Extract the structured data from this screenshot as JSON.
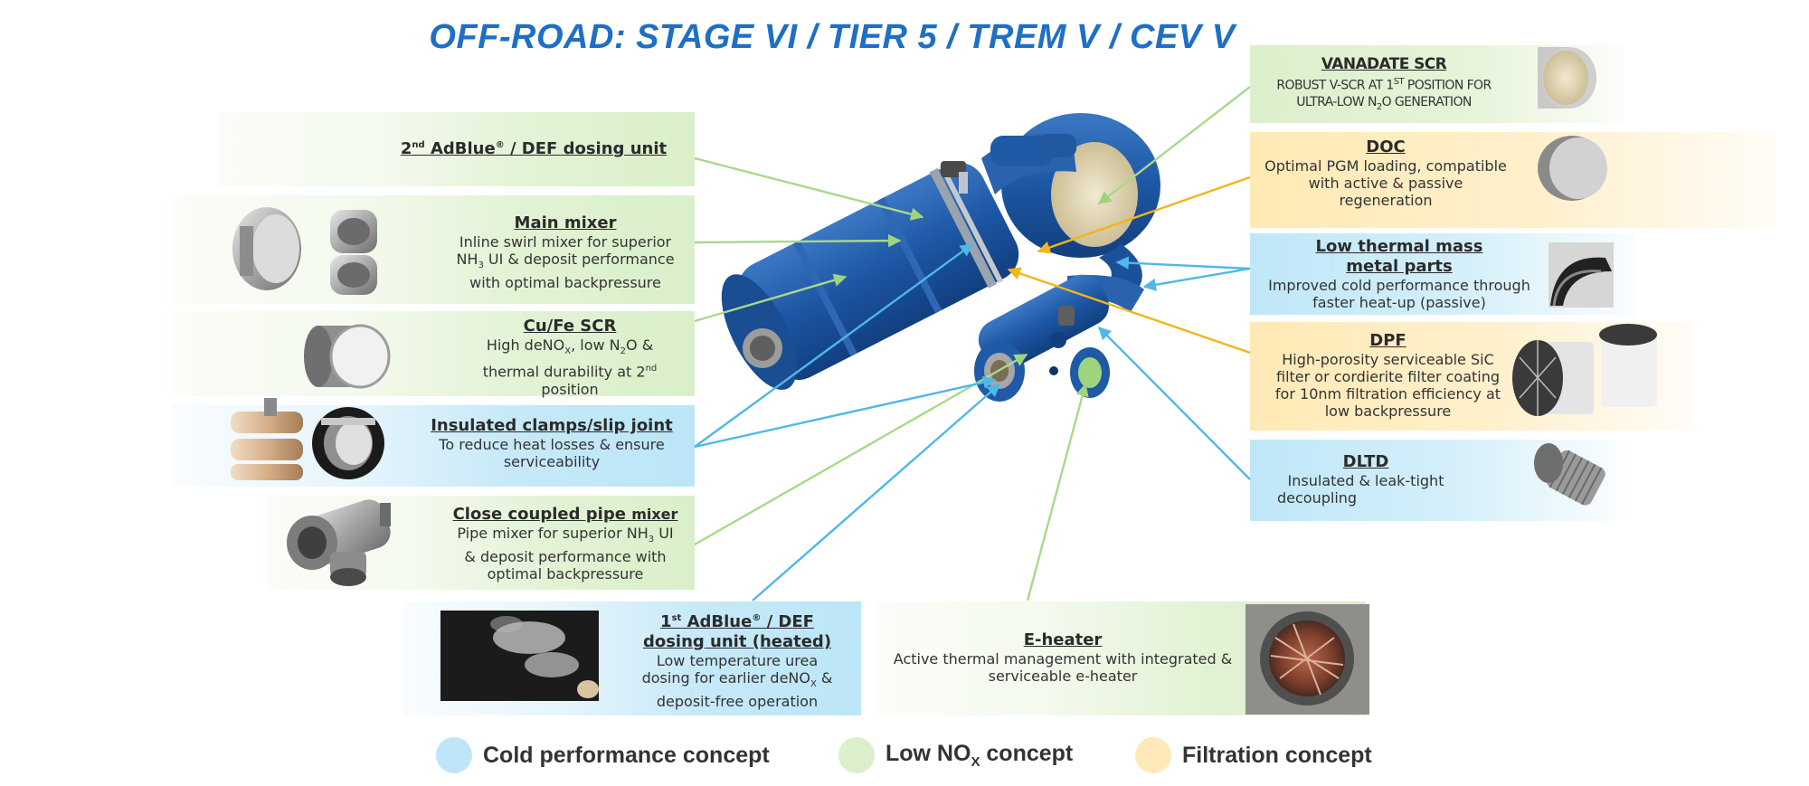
{
  "title": "OFF-ROAD: STAGE VI / TIER 5 / TREM V / CEV V",
  "colors": {
    "title": "#1f6fc4",
    "cold": "#bfe6f8",
    "lownox": "#dcefcc",
    "filtration": "#ffe9b8",
    "line_blue": "#4fb8e6",
    "line_green": "#a9d98a",
    "line_yellow": "#f2b51a",
    "body_blue": "#1f5aa6"
  },
  "callouts": {
    "dosing2": {
      "pre": "2",
      "sup": "nd",
      "post": " AdBlue",
      "reg": "®",
      "tail": " / DEF dosing unit"
    },
    "mainmixer": {
      "title": "Main mixer",
      "l1": "Inline swirl mixer for superior",
      "l2a": "NH",
      "l2s": "3",
      "l2b": " UI & deposit performance",
      "l3": "with optimal backpressure"
    },
    "cufe": {
      "title": "Cu/Fe SCR",
      "l1a": "High deNO",
      "l1s": "X",
      "l1b": ", low N",
      "l1s2": "2",
      "l1c": "O &",
      "l2a": "thermal durability at 2",
      "l2sup": "nd",
      "l3": "position"
    },
    "clamps": {
      "title": "Insulated clamps/slip joint",
      "l1": "To reduce heat losses & ensure",
      "l2": "serviceability"
    },
    "ccpipe": {
      "title": "Close coupled pipe ",
      "title2": "mixer",
      "l1a": "Pipe mixer for superior NH",
      "l1s": "3",
      "l1b": " UI",
      "l2": "& deposit performance with",
      "l3": "optimal backpressure"
    },
    "dosing1": {
      "t1a": "1",
      "t1sup": "st",
      "t1b": " AdBlue",
      "t1reg": "®",
      "t1c": " / DEF",
      "t2": "dosing unit (heated)",
      "l1": "Low temperature urea",
      "l2a": "dosing for earlier deNO",
      "l2s": "X",
      "l2b": " &",
      "l3": "deposit-free operation"
    },
    "eheater": {
      "title": "E-heater",
      "l1": "Active thermal management with integrated &",
      "l2": "serviceable e-heater"
    },
    "vscr": {
      "title": "VANADATE SCR",
      "l1a": "ROBUST V-SCR AT 1",
      "l1sup": "ST",
      "l1b": " POSITION FOR",
      "l2a": "ULTRA-LOW N",
      "l2s": "2",
      "l2b": "O GENERATION"
    },
    "doc": {
      "title": "DOC",
      "l1": "Optimal PGM loading, compatible",
      "l2": "with active & passive",
      "l3": "regeneration"
    },
    "ltm": {
      "t1": "Low thermal mass",
      "t2": "metal parts",
      "l1": "Improved cold performance through",
      "l2": "faster heat-up (passive)"
    },
    "dpf": {
      "title": "DPF",
      "l1": "High-porosity serviceable SiC",
      "l2": "filter or cordierite filter coating",
      "l3": "for 10nm filtration efficiency at",
      "l4": "low backpressure"
    },
    "dltd": {
      "title": "DLTD",
      "l1": "Insulated & leak-tight",
      "l2": "decoupling"
    }
  },
  "legend": {
    "cold": "Cold performance concept",
    "lownox_a": "Low NO",
    "lownox_sub": "X",
    "lownox_b": " concept",
    "filtration": "Filtration concept"
  },
  "images": [
    "main-mixer-parts",
    "cufe-scr-substrate",
    "clamp-parts",
    "pipe-mixer",
    "urea-spray-photo",
    "eheater-photo",
    "vscr-substrate",
    "doc-substrate",
    "metal-part",
    "dpf-substrates",
    "dltd-bellows",
    "aftertreatment-system"
  ]
}
